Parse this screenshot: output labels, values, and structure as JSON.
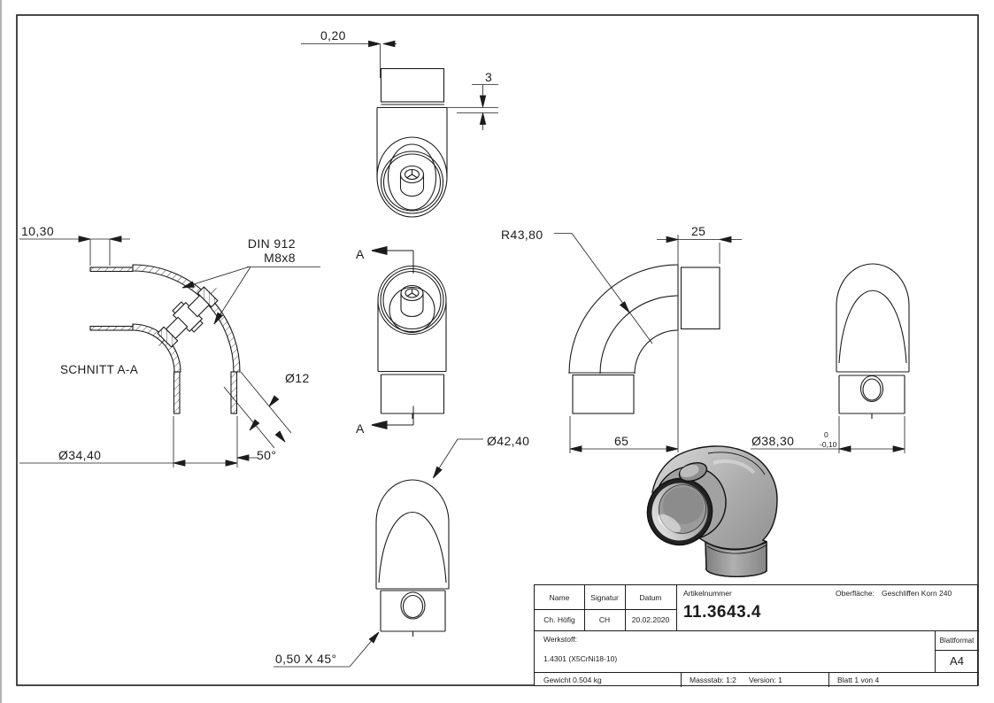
{
  "colors": {
    "line": "#1c1c1c",
    "background": "#ffffff",
    "render_body": "#adadad",
    "render_dark": "#8f8f8f",
    "render_light": "#d9d9d9"
  },
  "annotations": {
    "dim_top_offset": "0,20",
    "dim_wall": "3",
    "dim_insert_depth": "10,30",
    "screw_spec_line1": "DIN 912",
    "screw_spec_line2": "M8x8",
    "section_label": "SCHNITT A-A",
    "dim_hole_dia": "Ø12",
    "dim_outer_dia_bottom": "Ø34,40",
    "dim_hole_angle": "50°",
    "section_arrow_top": "A",
    "section_arrow_bottom": "A",
    "dim_bend_radius": "R43,80",
    "dim_stub_length": "25",
    "dim_overall_width": "65",
    "dim_dome_dia": "Ø42,40",
    "dim_insert_dia": "Ø38,30",
    "dim_insert_dia_tol_upper": "0",
    "dim_insert_dia_tol_lower": "-0,10",
    "dim_chamfer": "0,50 X 45°"
  },
  "title_block": {
    "name_header": "Name",
    "signature_header": "Signatur",
    "date_header": "Datum",
    "name_value": "Ch. Höfig",
    "signature_value": "CH",
    "date_value": "20.02.2020",
    "article_label": "Artikelnummer",
    "article_number": "11.3643.4",
    "surface_label": "Oberfläche:",
    "surface_value": "Geschliffen Korn 240",
    "material_label": "Werkstoff:",
    "material_value": "1.4301 (X5CrNi18-10)",
    "sheet_format_label": "Blattformat",
    "sheet_format_value": "A4",
    "weight": "Gewicht 0.504 kg",
    "scale": "Massstab: 1:2",
    "version": "Version: 1",
    "sheet": "Blatt 1 von 4"
  }
}
